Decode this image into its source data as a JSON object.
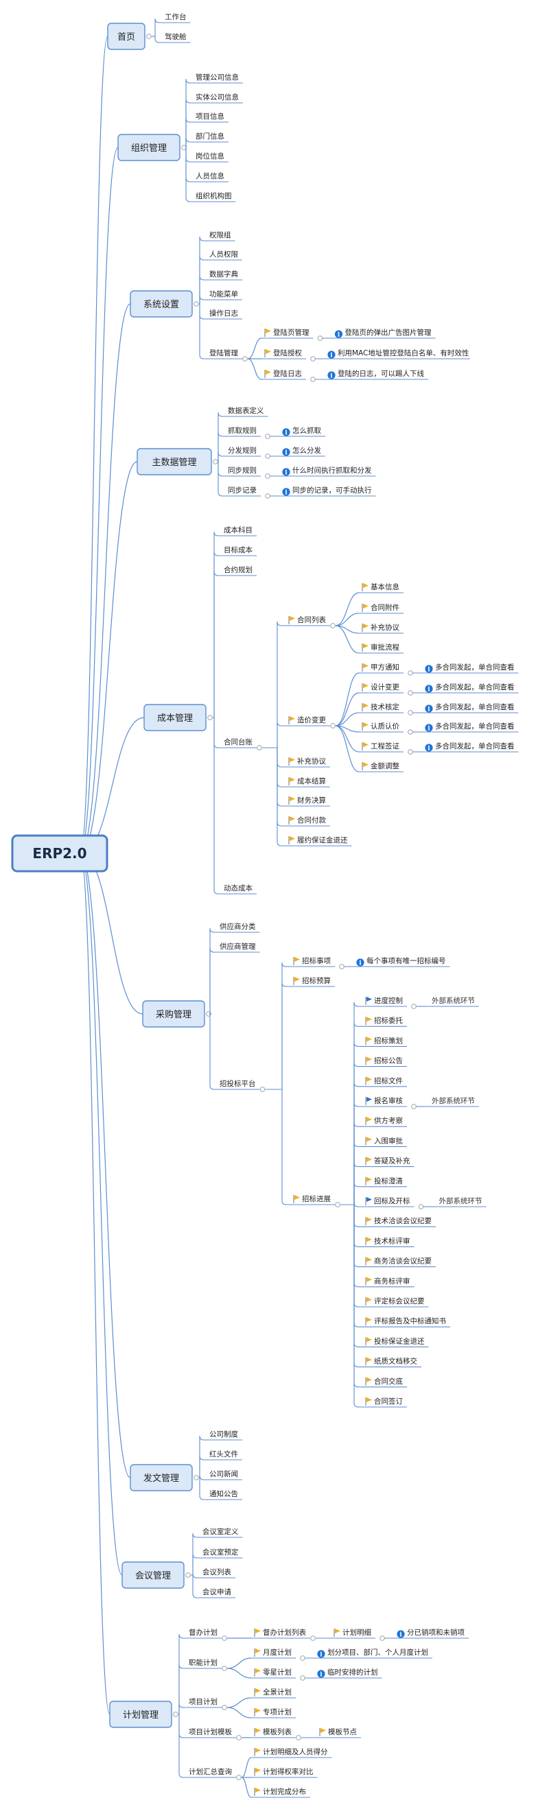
{
  "root": "ERP2.0",
  "branches": [
    {
      "id": "home",
      "label": "首页",
      "children": [
        {
          "label": "工作台"
        },
        {
          "label": "驾驶舱"
        }
      ]
    },
    {
      "id": "org",
      "label": "组织管理",
      "children": [
        {
          "label": "管理公司信息"
        },
        {
          "label": "实体公司信息"
        },
        {
          "label": "项目信息"
        },
        {
          "label": "部门信息"
        },
        {
          "label": "岗位信息"
        },
        {
          "label": "人员信息"
        },
        {
          "label": "组织机构图"
        }
      ]
    },
    {
      "id": "sys",
      "label": "系统设置",
      "children": [
        {
          "label": "权限组"
        },
        {
          "label": "人员权限"
        },
        {
          "label": "数据字典"
        },
        {
          "label": "功能菜单"
        },
        {
          "label": "操作日志"
        },
        {
          "label": "登陆管理",
          "children": [
            {
              "label": "登陆页管理",
              "flag": "yellow",
              "note": "登陆页的弹出广告图片管理"
            },
            {
              "label": "登陆授权",
              "flag": "yellow",
              "note": "利用MAC地址管控登陆白名单、有时效性"
            },
            {
              "label": "登陆日志",
              "flag": "yellow",
              "note": "登陆的日志，可以踢人下线"
            }
          ]
        }
      ]
    },
    {
      "id": "master",
      "label": "主数据管理",
      "children": [
        {
          "label": "数据表定义"
        },
        {
          "label": "抓取规则",
          "note": "怎么抓取"
        },
        {
          "label": "分发规则",
          "note": "怎么分发"
        },
        {
          "label": "同步规则",
          "note": "什么时间执行抓取和分发"
        },
        {
          "label": "同步记录",
          "note": "同步的记录，可手动执行"
        }
      ]
    },
    {
      "id": "cost",
      "label": "成本管理",
      "children": [
        {
          "label": "成本科目"
        },
        {
          "label": "目标成本"
        },
        {
          "label": "合约规划"
        },
        {
          "label": "合同台账",
          "children": [
            {
              "label": "合同列表",
              "flag": "yellow",
              "children": [
                {
                  "label": "基本信息",
                  "flag": "yellow"
                },
                {
                  "label": "合同附件",
                  "flag": "yellow"
                },
                {
                  "label": "补充协议",
                  "flag": "yellow"
                },
                {
                  "label": "审批流程",
                  "flag": "yellow"
                }
              ]
            },
            {
              "label": "造价变更",
              "flag": "yellow",
              "children": [
                {
                  "label": "甲方通知",
                  "flag": "yellow",
                  "note": "多合同发起，单合同查看"
                },
                {
                  "label": "设计变更",
                  "flag": "yellow",
                  "note": "多合同发起，单合同查看"
                },
                {
                  "label": "技术核定",
                  "flag": "yellow",
                  "note": "多合同发起，单合同查看"
                },
                {
                  "label": "认质认价",
                  "flag": "yellow",
                  "note": "多合同发起，单合同查看"
                },
                {
                  "label": "工程签证",
                  "flag": "yellow",
                  "note": "多合同发起，单合同查看"
                },
                {
                  "label": "金额调整",
                  "flag": "yellow"
                }
              ]
            },
            {
              "label": "补充协议",
              "flag": "yellow"
            },
            {
              "label": "成本结算",
              "flag": "yellow"
            },
            {
              "label": "财务决算",
              "flag": "yellow"
            },
            {
              "label": "合同付款",
              "flag": "yellow"
            },
            {
              "label": "履约保证金退还",
              "flag": "yellow"
            }
          ]
        },
        {
          "label": "动态成本"
        }
      ]
    },
    {
      "id": "purchase",
      "label": "采购管理",
      "children": [
        {
          "label": "供应商分类"
        },
        {
          "label": "供应商管理"
        },
        {
          "label": "招投标平台",
          "children": [
            {
              "label": "招标事项",
              "flag": "yellow",
              "note": "每个事项有唯一招标编号"
            },
            {
              "label": "招标预算",
              "flag": "yellow"
            },
            {
              "label": "招标进展",
              "flag": "yellow",
              "children": [
                {
                  "label": "进度控制",
                  "flag": "blue",
                  "ext": "外部系统环节"
                },
                {
                  "label": "招标委托",
                  "flag": "yellow"
                },
                {
                  "label": "招标策划",
                  "flag": "yellow"
                },
                {
                  "label": "招标公告",
                  "flag": "yellow"
                },
                {
                  "label": "招标文件",
                  "flag": "yellow"
                },
                {
                  "label": "报名审核",
                  "flag": "blue",
                  "ext": "外部系统环节"
                },
                {
                  "label": "供方考察",
                  "flag": "yellow"
                },
                {
                  "label": "入围审批",
                  "flag": "yellow"
                },
                {
                  "label": "答疑及补充",
                  "flag": "yellow"
                },
                {
                  "label": "投标澄清",
                  "flag": "yellow"
                },
                {
                  "label": "回标及开标",
                  "flag": "blue",
                  "ext": "外部系统环节"
                },
                {
                  "label": "技术洽谈会议纪要",
                  "flag": "yellow"
                },
                {
                  "label": "技术标评审",
                  "flag": "yellow"
                },
                {
                  "label": "商务洽谈会议纪要",
                  "flag": "yellow"
                },
                {
                  "label": "商务标评审",
                  "flag": "yellow"
                },
                {
                  "label": "评定标会议纪要",
                  "flag": "yellow"
                },
                {
                  "label": "评标报告及中标通知书",
                  "flag": "yellow"
                },
                {
                  "label": "投标保证金退还",
                  "flag": "yellow"
                },
                {
                  "label": "纸质文档移交",
                  "flag": "yellow"
                },
                {
                  "label": "合同交底",
                  "flag": "yellow"
                },
                {
                  "label": "合同签订",
                  "flag": "yellow"
                }
              ]
            }
          ]
        }
      ]
    },
    {
      "id": "doc",
      "label": "发文管理",
      "children": [
        {
          "label": "公司制度"
        },
        {
          "label": "红头文件"
        },
        {
          "label": "公司新闻"
        },
        {
          "label": "通知公告"
        }
      ]
    },
    {
      "id": "meeting",
      "label": "会议管理",
      "children": [
        {
          "label": "会议室定义"
        },
        {
          "label": "会议室预定"
        },
        {
          "label": "会议列表"
        },
        {
          "label": "会议申请"
        }
      ]
    },
    {
      "id": "plan",
      "label": "计划管理",
      "children": [
        {
          "label": "督办计划",
          "children": [
            {
              "label": "督办计划列表",
              "flag": "yellow",
              "children": [
                {
                  "label": "计划明细",
                  "flag": "yellow",
                  "note": "分已销项和未销项"
                }
              ]
            }
          ]
        },
        {
          "label": "职能计划",
          "children": [
            {
              "label": "月度计划",
              "flag": "yellow",
              "note": "划分项目、部门、个人月度计划"
            },
            {
              "label": "零星计划",
              "flag": "yellow",
              "note": "临时安排的计划"
            }
          ]
        },
        {
          "label": "项目计划",
          "children": [
            {
              "label": "全景计划",
              "flag": "yellow"
            },
            {
              "label": "专项计划",
              "flag": "yellow"
            }
          ]
        },
        {
          "label": "项目计划模板",
          "children": [
            {
              "label": "模板列表",
              "flag": "yellow",
              "children": [
                {
                  "label": "模板节点",
                  "flag": "yellow"
                }
              ]
            }
          ]
        },
        {
          "label": "计划汇总查询",
          "children": [
            {
              "label": "计划明细及人员得分",
              "flag": "yellow"
            },
            {
              "label": "计划得权率对比",
              "flag": "yellow"
            },
            {
              "label": "计划完成分布",
              "flag": "yellow"
            }
          ]
        }
      ]
    }
  ],
  "colors": {
    "line": "#5b8ed0",
    "node_fill": "#dbe8f8",
    "node_stroke": "#5b8ed0",
    "root_fill": "#dbe8f8",
    "root_stroke": "#4a7fc4",
    "flag_yellow": "#f2b01e",
    "flag_blue": "#2a6fd6",
    "info_icon": "#1e73d8"
  },
  "icons": {
    "flag": "flag-icon",
    "info": "info-icon",
    "collapse": "collapse-dot-icon"
  }
}
